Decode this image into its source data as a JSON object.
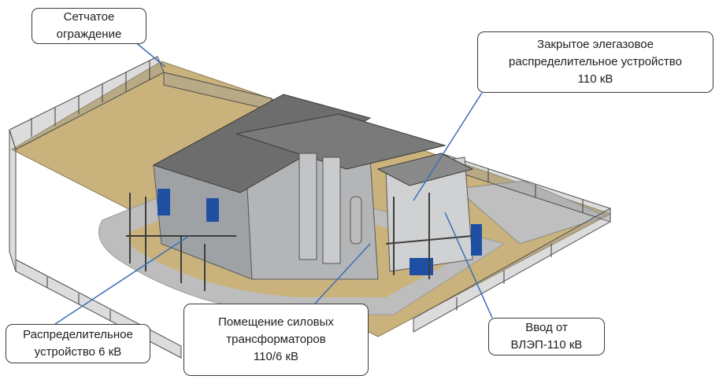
{
  "callouts": {
    "fence": {
      "lines": [
        "Сетчатое",
        "ограждение"
      ]
    },
    "gis": {
      "lines": [
        "Закрытое элегазовое",
        "распределительное устройство",
        "110 кВ"
      ]
    },
    "switchgear": {
      "lines": [
        "Распределительное",
        "устройство 6 кВ"
      ]
    },
    "transformers": {
      "lines": [
        "Помещение силовых",
        "трансформаторов",
        "110/6 кВ"
      ]
    },
    "inlet": {
      "lines": [
        "Ввод от",
        "ВЛЭП-110 кВ"
      ]
    }
  },
  "colors": {
    "leader": "#3b6fb5",
    "ground": "#c9b27c",
    "road": "#b9b9b9",
    "roof": "#6e6e6e",
    "wall": "#a8aaac",
    "blue_panel": "#1f4fa3",
    "fence": "#555555"
  }
}
